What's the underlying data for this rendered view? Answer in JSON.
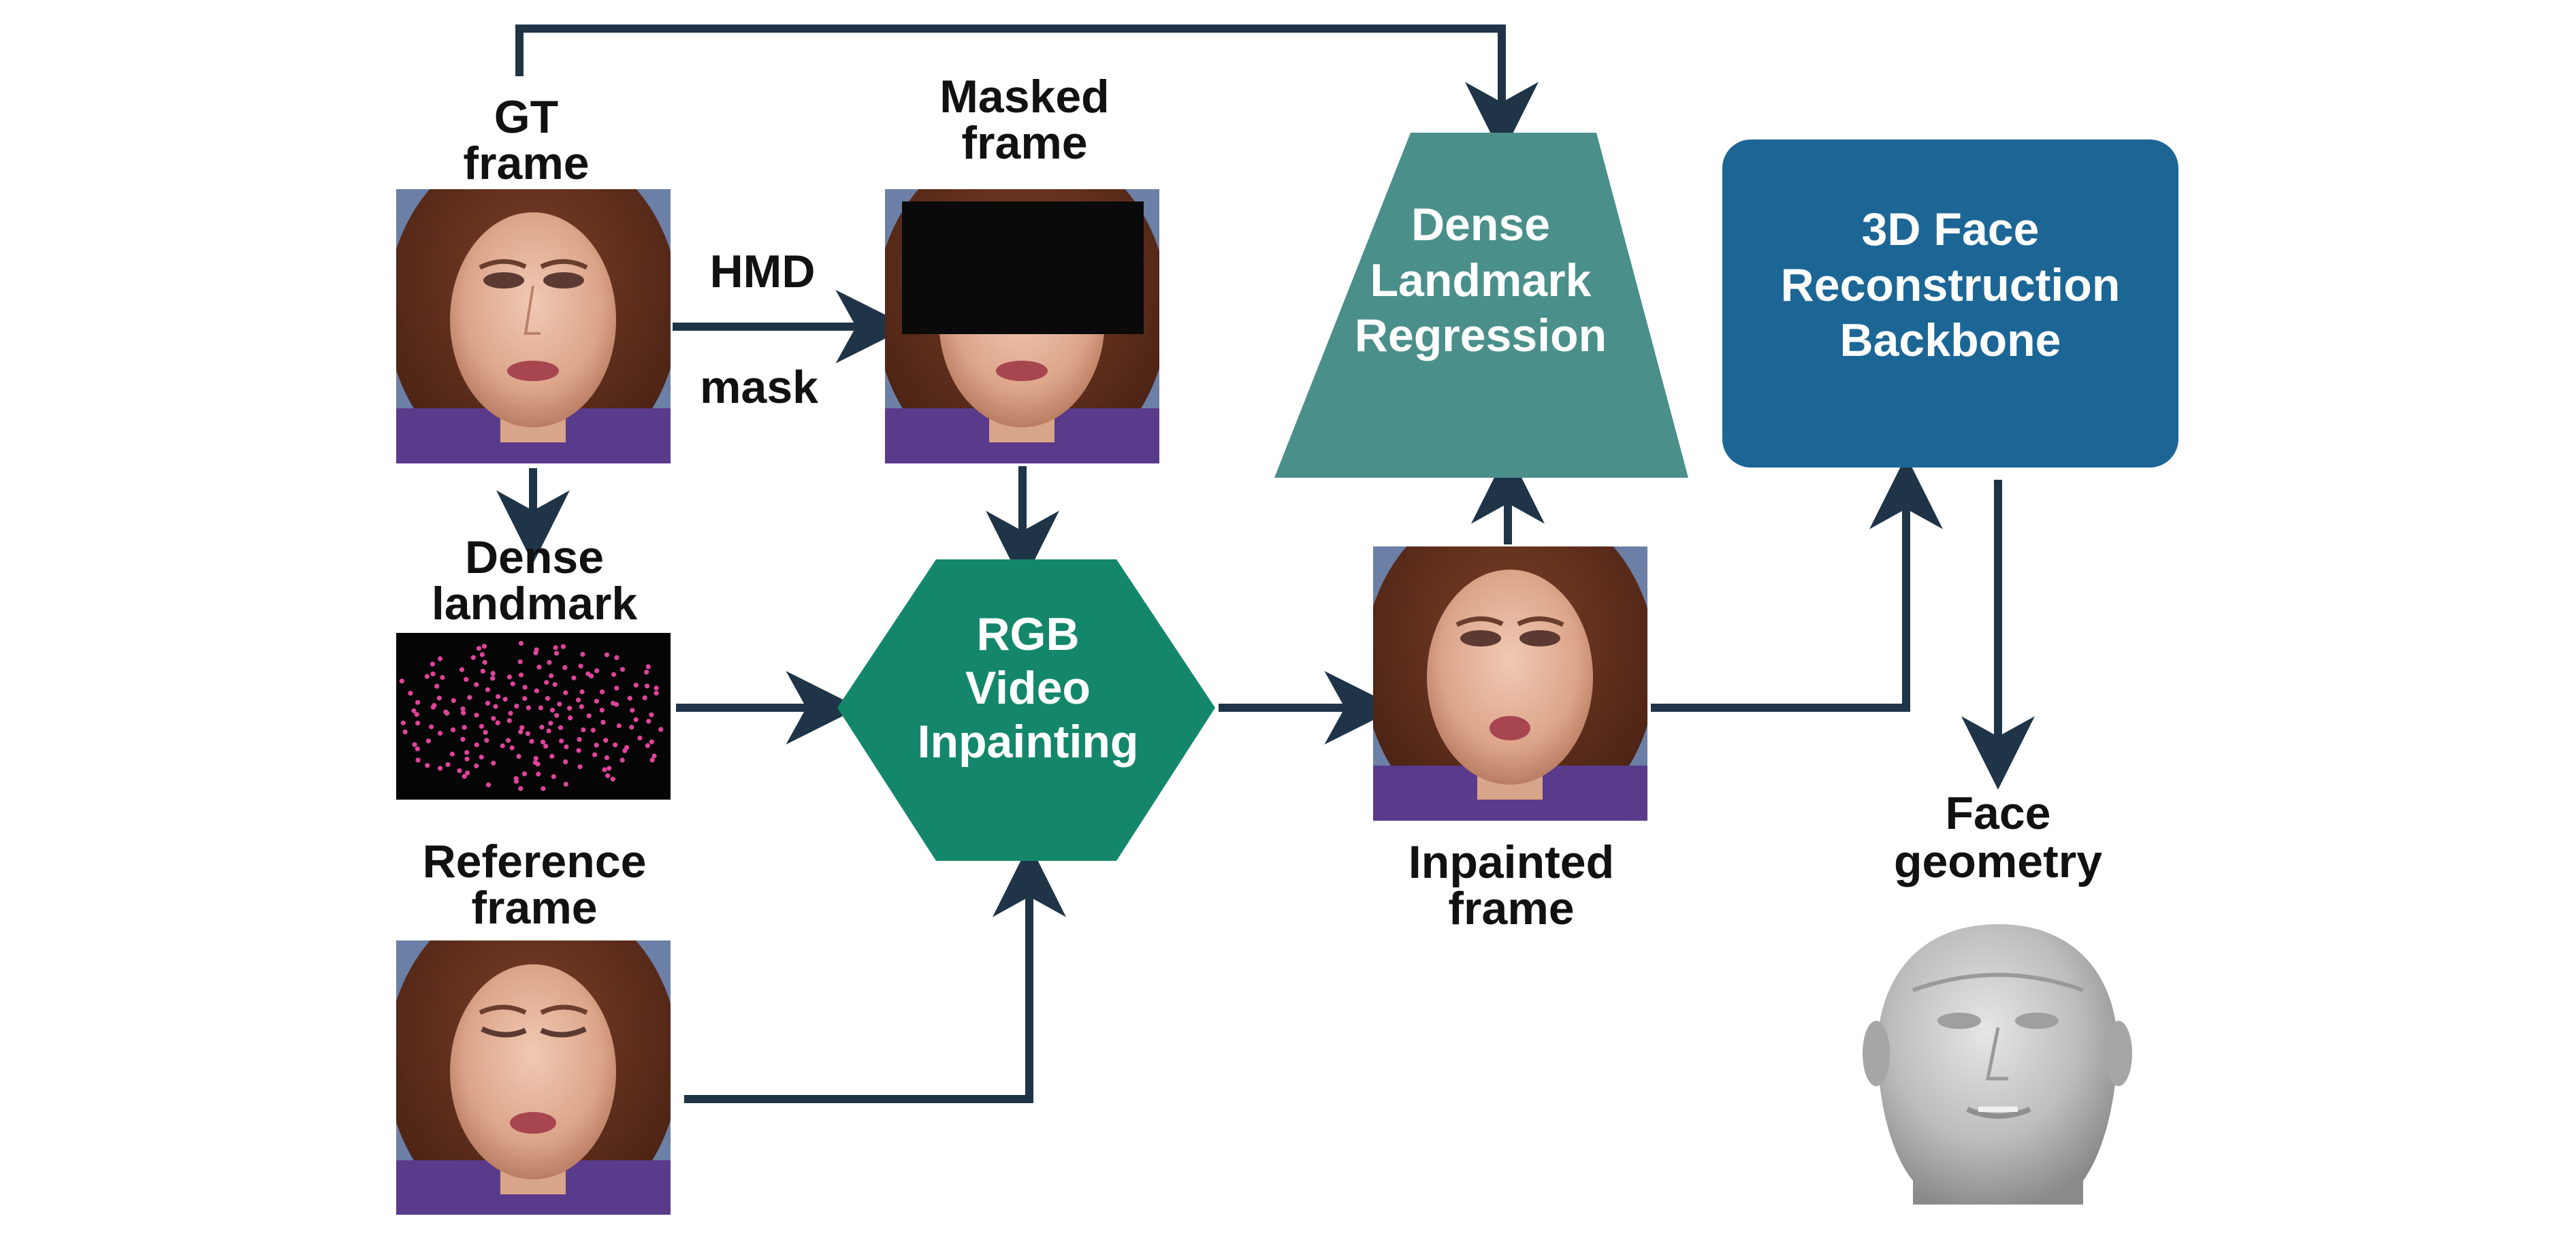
{
  "diagram": {
    "gt": {
      "label_line1": "GT",
      "label_line2": "frame"
    },
    "masked": {
      "label_line1": "Masked",
      "label_line2": "frame"
    },
    "hmd": {
      "label_line1": "HMD",
      "label_line2": "mask"
    },
    "dense_landmark": {
      "label_line1": "Dense",
      "label_line2": "landmark"
    },
    "reference": {
      "label_line1": "Reference",
      "label_line2": "frame"
    },
    "inpainting": {
      "line1": "RGB",
      "line2": "Video",
      "line3": "Inpainting"
    },
    "inpainted": {
      "label_line1": "Inpainted",
      "label_line2": "frame"
    },
    "regression": {
      "line1": "Dense",
      "line2": "Landmark",
      "line3": "Regression"
    },
    "backbone": {
      "line1": "3D Face",
      "line2": "Reconstruction",
      "line3": "Backbone"
    },
    "geometry": {
      "label_line1": "Face",
      "label_line2": "geometry"
    }
  },
  "colors": {
    "arrow": "#1f3447",
    "inpainting_fill": "#14876b",
    "regression_fill": "#4a8f8a",
    "backbone_fill": "#1c6696",
    "landmark_dot": "#e0449a",
    "mask_fill": "#0a0a0a",
    "text_dark": "#111111",
    "text_light": "#ffffff"
  },
  "icons": [
    "face-photo",
    "dense-landmark-plot",
    "face-mesh-render"
  ]
}
